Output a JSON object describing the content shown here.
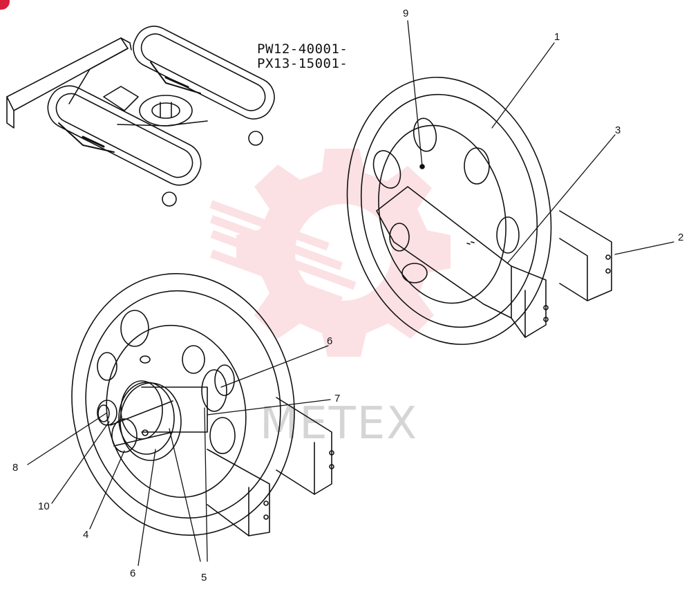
{
  "serials": [
    "PW12-40001-",
    "PX13-15001-"
  ],
  "callouts": [
    {
      "id": "c1",
      "label": "1"
    },
    {
      "id": "c2",
      "label": "2"
    },
    {
      "id": "c3",
      "label": "3"
    },
    {
      "id": "c4",
      "label": "4"
    },
    {
      "id": "c5",
      "label": "5"
    },
    {
      "id": "c6a",
      "label": "6"
    },
    {
      "id": "c6b",
      "label": "6"
    },
    {
      "id": "c7",
      "label": "7"
    },
    {
      "id": "c8",
      "label": "8"
    },
    {
      "id": "c9",
      "label": "9"
    },
    {
      "id": "c10",
      "label": "10"
    }
  ],
  "watermark": {
    "text": "МЕТЕХ",
    "color": "#e8203a"
  }
}
